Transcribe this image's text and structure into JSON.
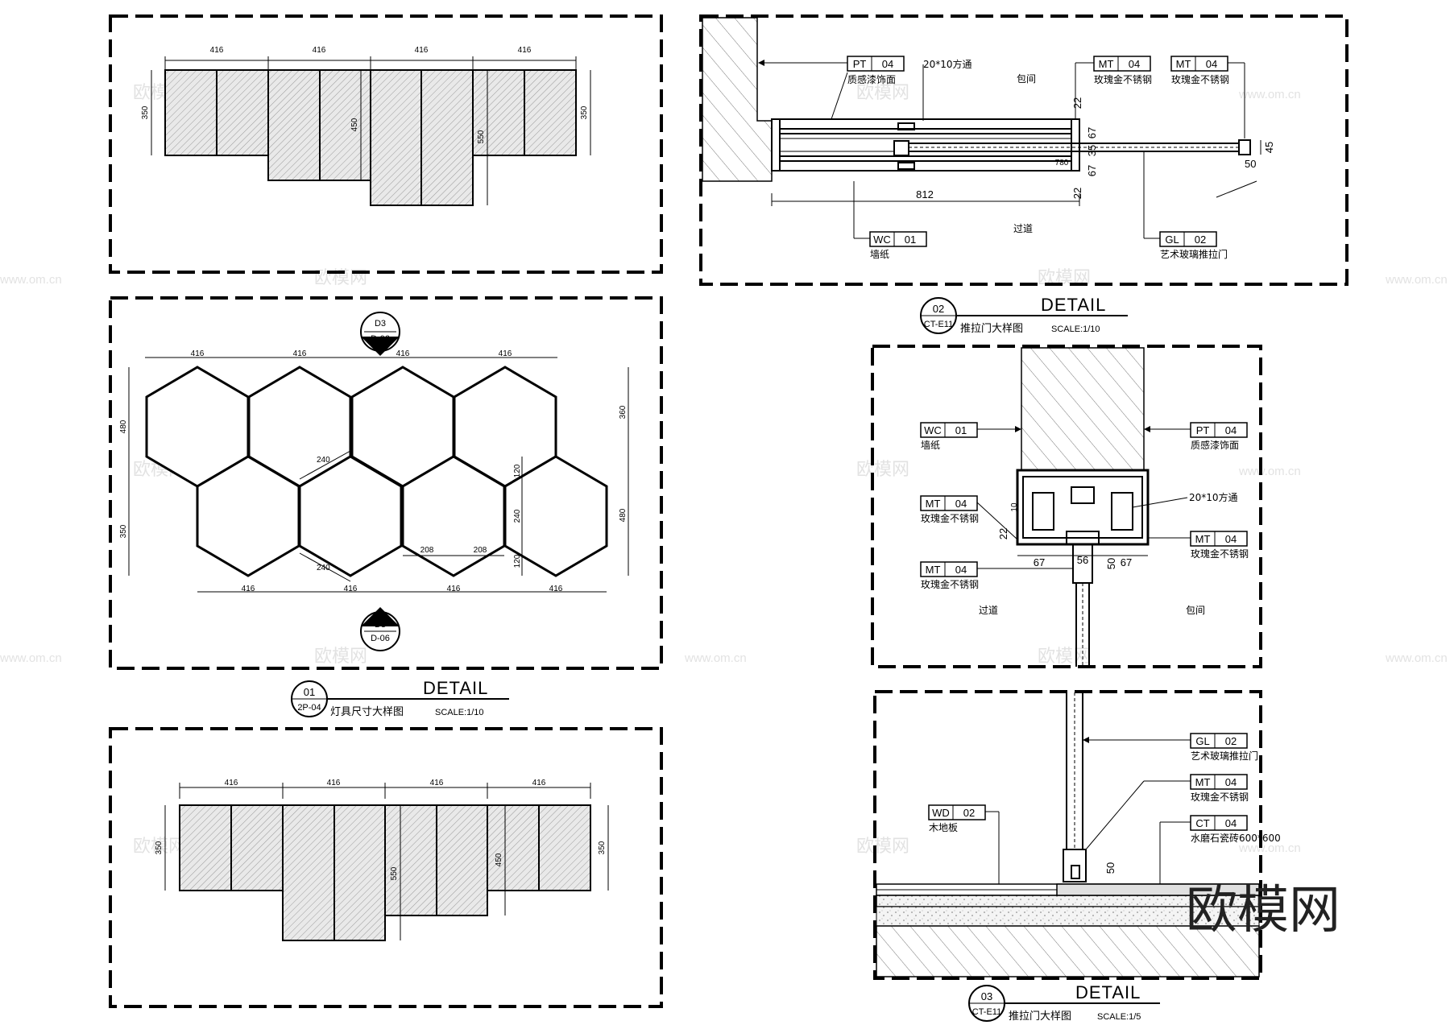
{
  "dims": {
    "d416": "416",
    "d350": "350",
    "d450": "450",
    "d550": "550",
    "d480": "480",
    "d360": "360",
    "d240": "240",
    "d208": "208",
    "d120": "120",
    "d812": "812",
    "d67": "67",
    "d22": "22",
    "d35": "35",
    "d45": "45",
    "d50": "50",
    "d56": "56",
    "d10": "10",
    "d780": "780"
  },
  "section_marks": {
    "num": "D3",
    "ref": "D-06"
  },
  "tags": {
    "pt04": {
      "code": "PT",
      "num": "04",
      "label": "质感漆饰面"
    },
    "mt04": {
      "code": "MT",
      "num": "04",
      "label": "玫瑰金不锈钢"
    },
    "wc01": {
      "code": "WC",
      "num": "01",
      "label": "墙纸"
    },
    "gl02": {
      "code": "GL",
      "num": "02",
      "label": "艺术玻璃推拉门"
    },
    "wd02": {
      "code": "WD",
      "num": "02",
      "label": "木地板"
    },
    "ct04": {
      "code": "CT",
      "num": "04",
      "label": "水磨石瓷砖600*600"
    }
  },
  "notes": {
    "tube": "20*10方通",
    "room": "包间",
    "corridor": "过道"
  },
  "titles": {
    "t1": {
      "num": "01",
      "ref": "2P-04",
      "detail": "DETAIL",
      "name": "灯具尺寸大样图",
      "scale": "SCALE:1/10"
    },
    "t2": {
      "num": "02",
      "ref": "CT-E11",
      "detail": "DETAIL",
      "name": "推拉门大样图",
      "scale": "SCALE:1/10"
    },
    "t3": {
      "num": "03",
      "ref": "CT-E11",
      "detail": "DETAIL",
      "name": "推拉门大样图",
      "scale": "SCALE:1/5"
    }
  },
  "watermark": {
    "brand": "欧模网",
    "url": "www.om.cn"
  }
}
